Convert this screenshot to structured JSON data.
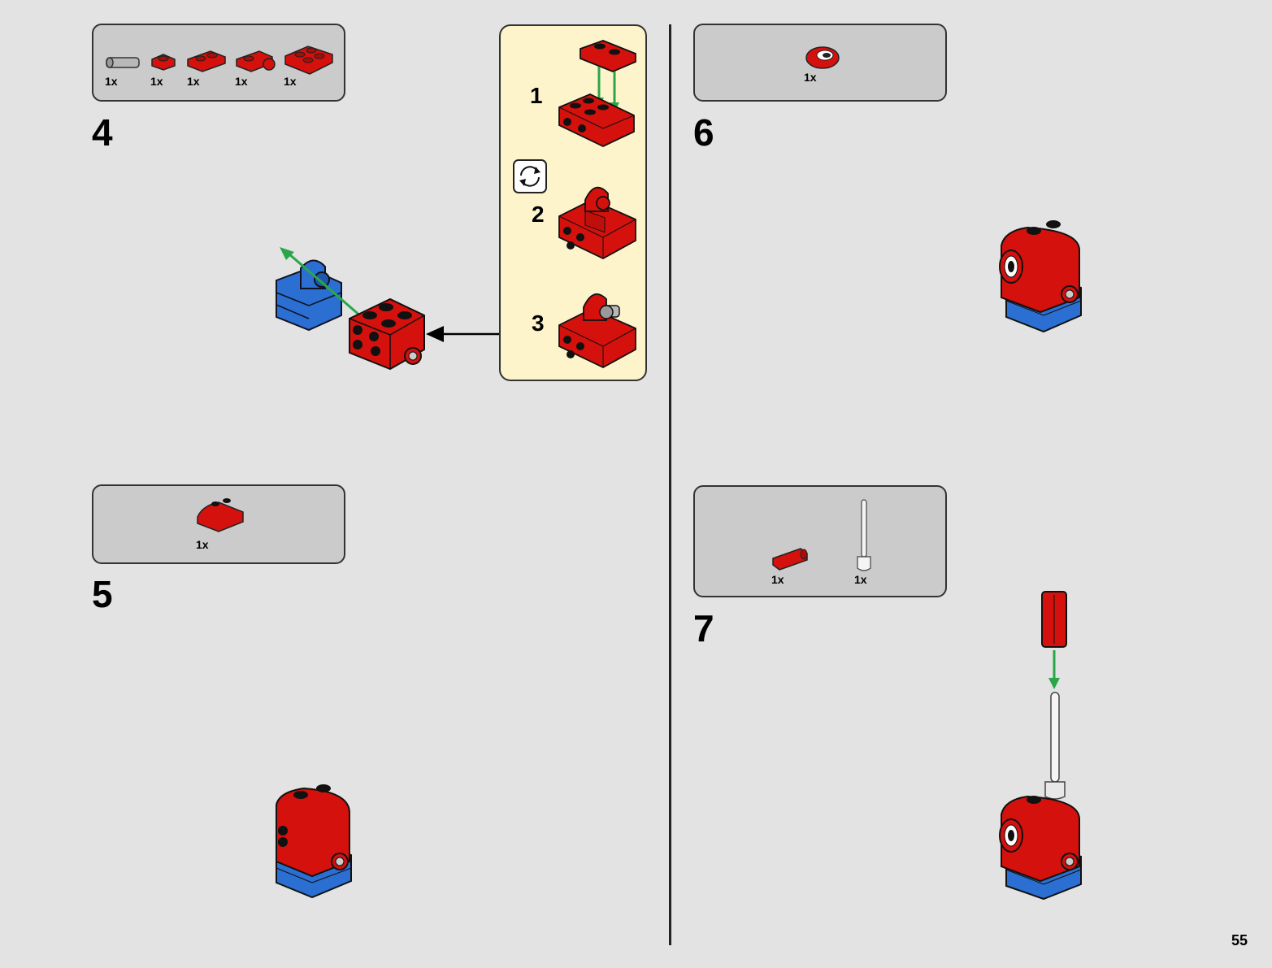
{
  "page_number": "55",
  "steps": {
    "step4": {
      "number": "4",
      "parts": [
        {
          "name": "pin-connector",
          "qty": "1x"
        },
        {
          "name": "plate-1x1",
          "qty": "1x"
        },
        {
          "name": "plate-1x2",
          "qty": "1x"
        },
        {
          "name": "plate-1x2-with-clip",
          "qty": "1x"
        },
        {
          "name": "plate-2x2",
          "qty": "1x"
        }
      ],
      "callout": {
        "substeps": [
          "1",
          "2",
          "3"
        ],
        "rotate_icon": "rotate-icon"
      }
    },
    "step5": {
      "number": "5",
      "parts": [
        {
          "name": "curved-slope-with-studs",
          "qty": "1x"
        }
      ]
    },
    "step6": {
      "number": "6",
      "parts": [
        {
          "name": "round-tile-eye",
          "qty": "1x"
        }
      ]
    },
    "step7": {
      "number": "7",
      "parts": [
        {
          "name": "red-axle-connector",
          "qty": "1x"
        },
        {
          "name": "white-antenna",
          "qty": "1x"
        }
      ]
    }
  },
  "colors": {
    "brick_red": "#d4110c",
    "brick_blue": "#2a6fd1",
    "arrow_green": "#2aa64a",
    "callout_bg": "#fdf4cc",
    "panel_gray": "#cbcbcb"
  }
}
